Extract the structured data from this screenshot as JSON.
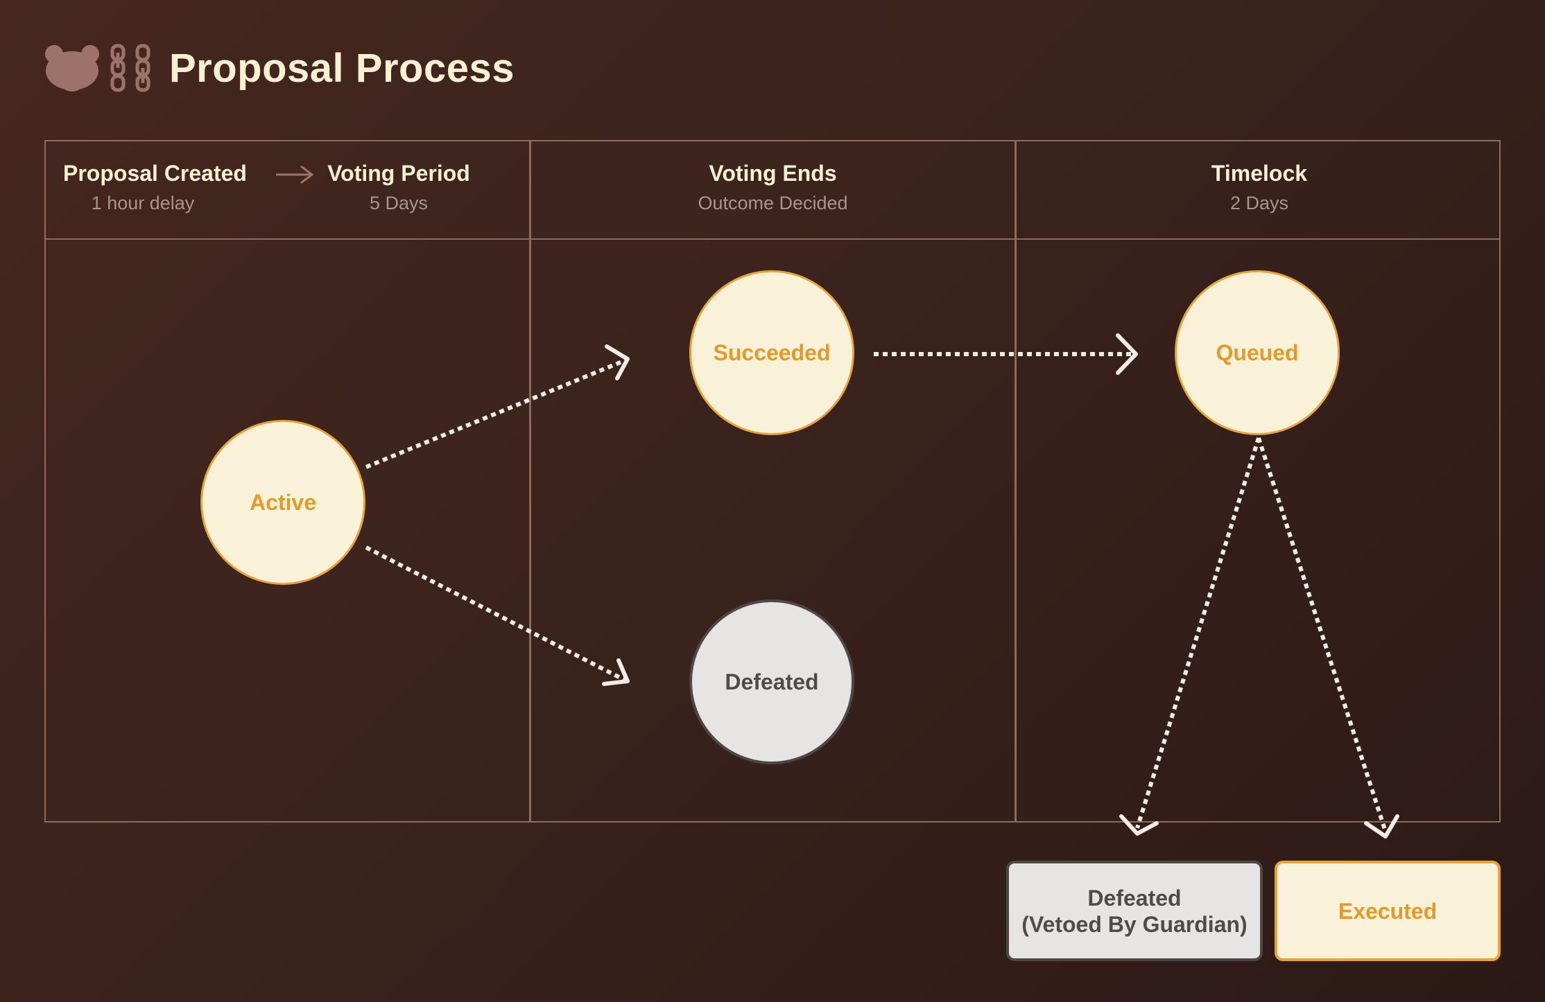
{
  "header": {
    "title": "Proposal Process",
    "logo_icon": "bear-icon",
    "chain_icon": "chain-link-icon"
  },
  "columns": {
    "col1": {
      "stage_a": {
        "title": "Proposal Created",
        "subtitle": "1 hour delay"
      },
      "stage_b": {
        "title": "Voting Period",
        "subtitle": "5 Days"
      }
    },
    "col2": {
      "title": "Voting Ends",
      "subtitle": "Outcome Decided"
    },
    "col3": {
      "title": "Timelock",
      "subtitle": "2 Days"
    }
  },
  "nodes": {
    "active": "Active",
    "succeeded": "Succeeded",
    "defeated": "Defeated",
    "queued": "Queued",
    "vetoed_line1": "Defeated",
    "vetoed_line2": "(Vetoed By Guardian)",
    "executed": "Executed"
  },
  "colors": {
    "background": "#3d241e",
    "accent": "#e8a33b",
    "node_fill": "#f9f2d8",
    "neutral_fill": "#e7e5e3",
    "neutral_border": "#4d4846",
    "grid_line": "#8f6a5e",
    "arrow": "#f2ece6"
  },
  "edges": [
    {
      "from": "Active",
      "to": "Succeeded"
    },
    {
      "from": "Active",
      "to": "Defeated"
    },
    {
      "from": "Succeeded",
      "to": "Queued"
    },
    {
      "from": "Queued",
      "to": "Defeated (Vetoed By Guardian)"
    },
    {
      "from": "Queued",
      "to": "Executed"
    }
  ]
}
